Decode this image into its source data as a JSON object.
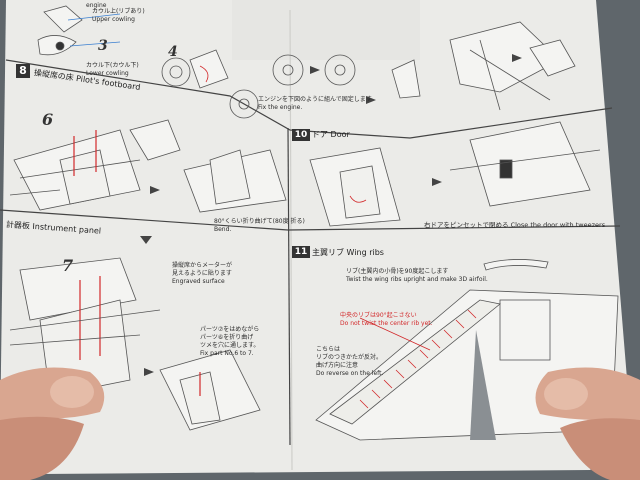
{
  "sections": {
    "top": {
      "label_jp_a": "カウル上(リブあり)",
      "label_en_a": "Upper cowling",
      "label_jp_b": "カウル下(カウル下)",
      "label_en_b": "Lower cowling",
      "step3": "3",
      "step4": "4",
      "engine_jp": "エンジンを下図のように組んで固定します",
      "engine_en": "Fix the engine.",
      "top_word": "engine"
    },
    "s8": {
      "num": "8",
      "title": "操縦席の床 Pilot's footboard",
      "step": "6",
      "bend_jp": "80°くらい折り曲げて(80度 折る)",
      "bend_en": "Bend."
    },
    "s10": {
      "num": "10",
      "title": "ドア Door",
      "close_text": "右ドアをピンセットで閉める  Close the door with tweezers"
    },
    "s9": {
      "title": "計器板 Instrument panel",
      "step": "7",
      "engr_jp_1": "操縦席からメーターが",
      "engr_jp_2": "見えるように貼ります",
      "engr_en": "Engraved surface",
      "fix_jp_1": "パーツ⑦をはめながら",
      "fix_jp_2": "パーツ⑥を折り曲げ",
      "fix_jp_3": "ツメを穴に通します。",
      "fix_en": "Fix part No.6 to 7."
    },
    "s11": {
      "num": "11",
      "title": "主翼リブ Wing ribs",
      "rib_jp": "リブ(主翼内の小骨)を90度起こします",
      "rib_en": "Twist the wing ribs upright and make 3D airfoil.",
      "center_jp": "中央のリブは90°起こさない",
      "center_en": "Do not twist the center rib yet.",
      "left_jp_1": "こちらは",
      "left_jp_2": "リブのつきかたが反対。",
      "left_jp_3": "曲げ方向に注意",
      "left_en": "Do reverse on the left."
    }
  }
}
